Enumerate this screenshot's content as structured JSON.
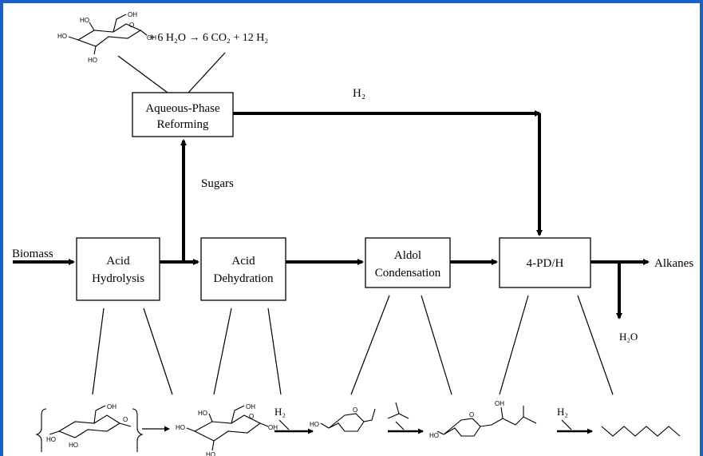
{
  "colors": {
    "frame": "#1f5fc4",
    "ink": "#000000"
  },
  "top_reaction": {
    "text": "+ 6 H₂O → 6 CO₂ + 12 H₂"
  },
  "process": {
    "input": "Biomass",
    "output": "Alkanes",
    "hydrogen_label": "H₂",
    "water_label": "H₂O",
    "sugars_label": "Sugars",
    "steps": {
      "apr": {
        "line1": "Aqueous-Phase",
        "line2": "Reforming"
      },
      "hydrolysis": {
        "line1": "Acid",
        "line2": "Hydrolysis"
      },
      "dehydration": {
        "line1": "Acid",
        "line2": "Dehydration"
      },
      "aldol": {
        "line1": "Aldol",
        "line2": "Condensation"
      },
      "pdh": {
        "line1": "4-PD/H"
      }
    }
  },
  "bottom_scheme": {
    "h2_label_1": "H₂",
    "h2_label_2": "H₂",
    "oh": "OH",
    "ho": "HO",
    "o": "O"
  }
}
